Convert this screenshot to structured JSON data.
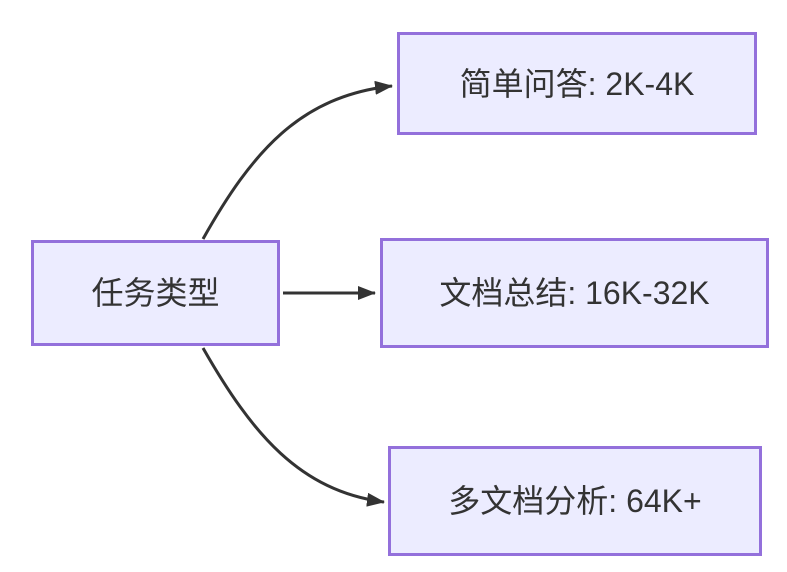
{
  "diagram": {
    "type": "flowchart",
    "direction": "left-to-right",
    "nodes": [
      {
        "id": "root",
        "label": "任务类型"
      },
      {
        "id": "simple-qa",
        "label": "简单问答: 2K-4K"
      },
      {
        "id": "doc-summary",
        "label": "文档总结: 16K-32K"
      },
      {
        "id": "multi-doc",
        "label": "多文档分析: 64K+"
      }
    ],
    "edges": [
      {
        "from": "任务类型",
        "to": "简单问答: 2K-4K"
      },
      {
        "from": "任务类型",
        "to": "文档总结: 16K-32K"
      },
      {
        "from": "任务类型",
        "to": "多文档分析: 64K+"
      }
    ],
    "colors": {
      "node_fill": "#ECECFF",
      "node_border": "#9370DB",
      "edge": "#333333",
      "text": "#333333",
      "background": "#FFFFFF"
    }
  }
}
